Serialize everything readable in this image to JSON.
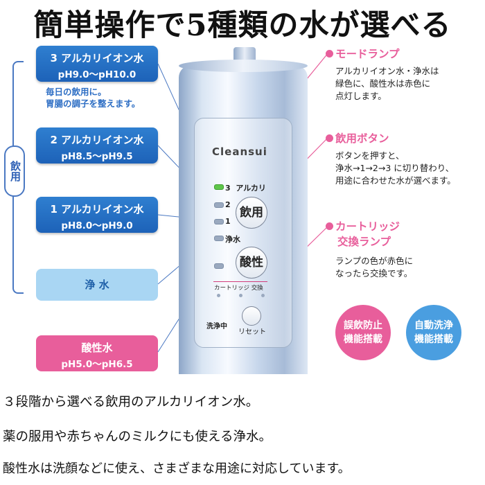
{
  "title": "簡単操作で5種類の水が選べる",
  "left": {
    "group_label": "飲用",
    "mode3": {
      "name": "3 アルカリイオン水",
      "ph": "pH9.0〜pH10.0"
    },
    "mode3_note": [
      "毎日の飲用に。",
      "胃腸の調子を整えます。"
    ],
    "mode2": {
      "name": "2 アルカリイオン水",
      "ph": "pH8.5〜pH9.5"
    },
    "mode1": {
      "name": "1 アルカリイオン水",
      "ph": "pH8.0〜pH9.0"
    },
    "pure": "浄 水",
    "acid": {
      "name": "酸性水",
      "ph": "pH5.0〜pH6.5"
    }
  },
  "device": {
    "brand": "Cleansui",
    "lamp_labels": [
      "3",
      "アルカリ",
      "2",
      "1",
      "浄水"
    ],
    "drink_button": "飲用",
    "acid_button": "酸性",
    "cartridge_label": "カートリッジ 交換",
    "wash_label": "洗浄中",
    "reset_label": "リセット"
  },
  "right": {
    "mode_lamp": {
      "head": "モードランプ",
      "text": [
        "アルカリイオン水・浄水は",
        "緑色に、酸性水は赤色に",
        "点灯します。"
      ]
    },
    "drink_button": {
      "head": "飲用ボタン",
      "text": [
        "ボタンを押すと、",
        "浄水→1→2→3 に切り替わり、",
        "用途に合わせた水が選べます。"
      ]
    },
    "cartridge": {
      "head": [
        "カートリッジ",
        "交換ランプ"
      ],
      "text": [
        "ランプの色が赤色に",
        "なったら交換です。"
      ]
    },
    "badge1": [
      "誤飲防止",
      "機能搭載"
    ],
    "badge2": [
      "自動洗浄",
      "機能搭載"
    ]
  },
  "bottom": [
    "３段階から選べる飲用のアルカリイオン水。",
    "薬の服用や赤ちゃんのミルクにも使える浄水。",
    "酸性水は洗顔などに使え、さまざまな用途に対応しています。"
  ],
  "colors": {
    "blue": "#1d62b8",
    "lightblue": "#a9d6f3",
    "pink": "#e85e9b",
    "lamp_green": "#5ec64a"
  }
}
